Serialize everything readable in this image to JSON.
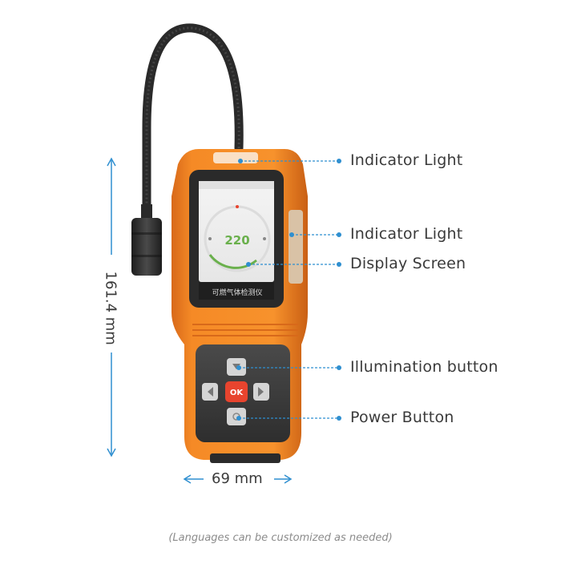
{
  "callouts": [
    {
      "label": "Indicator Light"
    },
    {
      "label": "Indicator Light"
    },
    {
      "label": "Display Screen"
    },
    {
      "label": "Illumination button"
    },
    {
      "label": "Power Button"
    }
  ],
  "dimensions": {
    "height_label": "161.4 mm",
    "width_label": "69 mm"
  },
  "device": {
    "screen_reading": "220",
    "screen_title": "可燃气体检测仪",
    "ok_label": "OK"
  },
  "caption": "(Languages can be customized as needed)",
  "colors": {
    "body_orange": "#f5821f",
    "keypad_dark": "#3b3b3b",
    "ok_red": "#e8442e",
    "callout_blue": "#2f8fd0",
    "reading_green": "#6ab04c"
  }
}
